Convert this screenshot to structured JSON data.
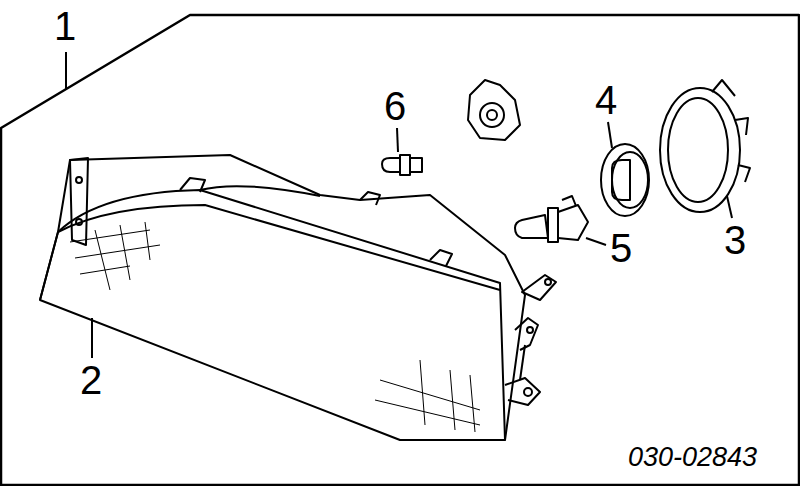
{
  "diagram": {
    "labels": [
      "1",
      "2",
      "3",
      "4",
      "5",
      "6",
      "030-02843"
    ]
  }
}
